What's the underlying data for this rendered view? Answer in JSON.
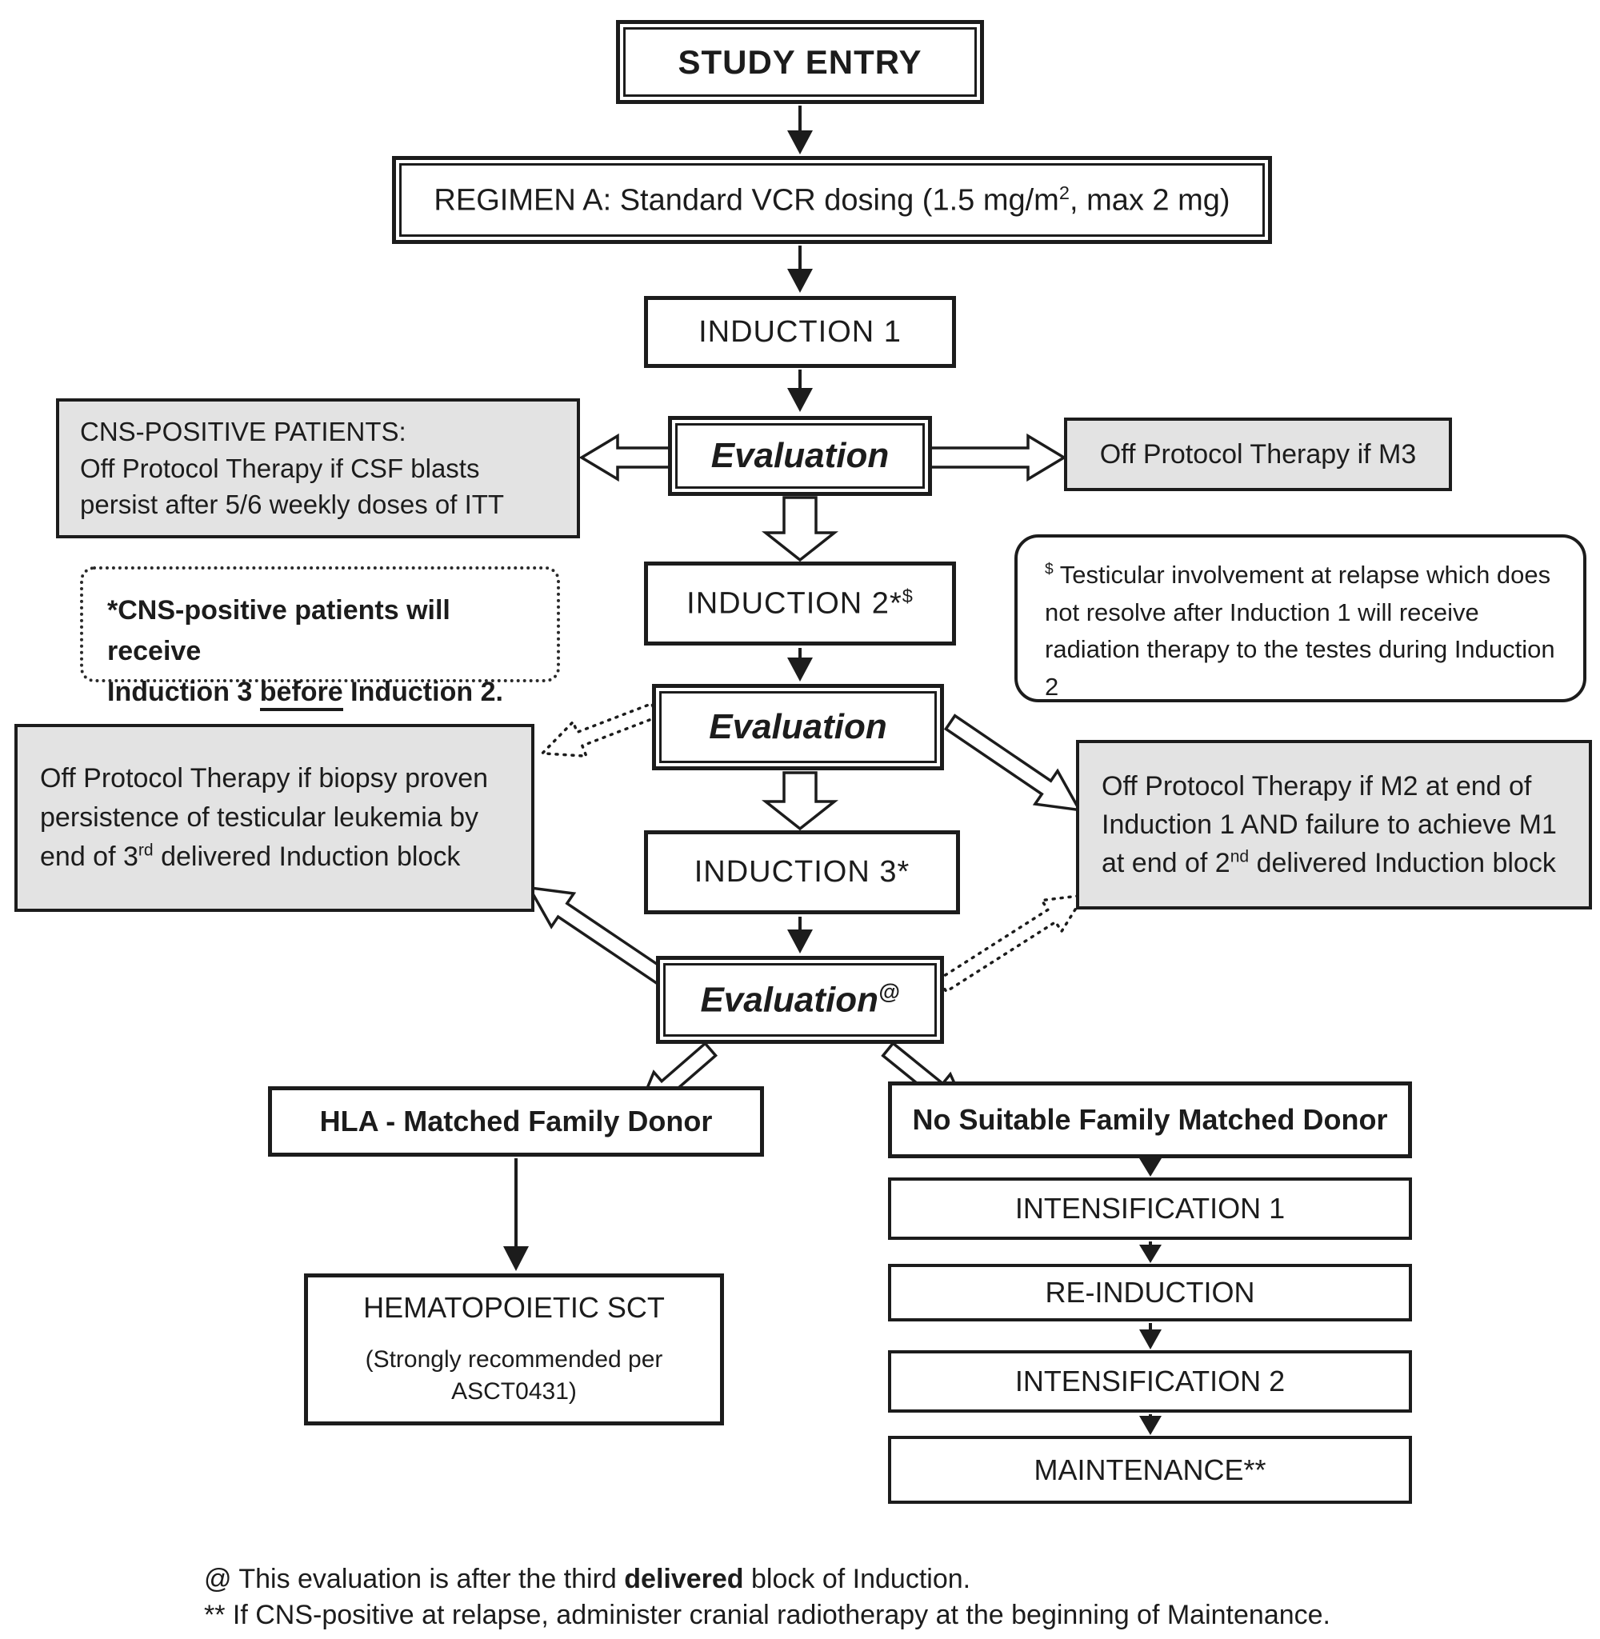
{
  "title": "Relapsed ALL study schema flowchart",
  "colors": {
    "ink": "#1c1c1c",
    "gray_fill": "#e3e3e3",
    "background": "#ffffff"
  },
  "boxes": {
    "study_entry": {
      "label": "STUDY ENTRY"
    },
    "regimen": {
      "pre": "REGIMEN A: Standard VCR dosing (1.5 mg/m",
      "sup": "2",
      "post": ", max 2 mg)"
    },
    "induction1": {
      "label": "INDUCTION 1"
    },
    "evaluation1": {
      "label": "Evaluation"
    },
    "cns_positive": {
      "line1": "CNS-POSITIVE PATIENTS:",
      "line2": "Off Protocol Therapy if CSF blasts",
      "line3": "persist after 5/6 weekly doses of ITT"
    },
    "off_m3": {
      "label": "Off Protocol Therapy if M3"
    },
    "cns_note": {
      "line1": "*CNS-positive patients will receive",
      "line2_pre": "Induction 3 ",
      "line2_underline": "before",
      "line2_post": " Induction 2."
    },
    "induction2": {
      "pre": "INDUCTION 2*",
      "sup": "$"
    },
    "testes_note": {
      "sup": "$",
      "text": " Testicular involvement at relapse which does not resolve after Induction 1 will receive radiation therapy to the testes during Induction 2"
    },
    "evaluation2": {
      "label": "Evaluation"
    },
    "off_biopsy": {
      "pre": "Off Protocol Therapy if biopsy proven persistence of testicular leukemia by end of 3",
      "sup": "rd",
      "post": " delivered Induction block"
    },
    "off_m2": {
      "pre": "Off Protocol Therapy if M2 at end of Induction 1 AND failure to achieve M1 at end of 2",
      "sup": "nd",
      "post": " delivered Induction block"
    },
    "induction3": {
      "label": "INDUCTION 3*"
    },
    "evaluation3": {
      "label": "Evaluation",
      "sup": "@"
    },
    "hla_donor": {
      "label": "HLA - Matched Family Donor"
    },
    "no_donor": {
      "label": "No Suitable Family Matched Donor"
    },
    "sct": {
      "title": "HEMATOPOIETIC SCT",
      "sub_line1": "(Strongly recommended per",
      "sub_line2": "ASCT0431)"
    },
    "intensification1": {
      "label": "INTENSIFICATION 1"
    },
    "reinduction": {
      "label": "RE-INDUCTION"
    },
    "intensification2": {
      "label": "INTENSIFICATION 2"
    },
    "maintenance": {
      "label": "MAINTENANCE**"
    }
  },
  "footnotes": {
    "f1_pre": "@ This evaluation is after the third ",
    "f1_bold": "delivered",
    "f1_post": " block of Induction.",
    "f2": "** If CNS-positive at relapse, administer cranial radiotherapy at the beginning of Maintenance."
  }
}
